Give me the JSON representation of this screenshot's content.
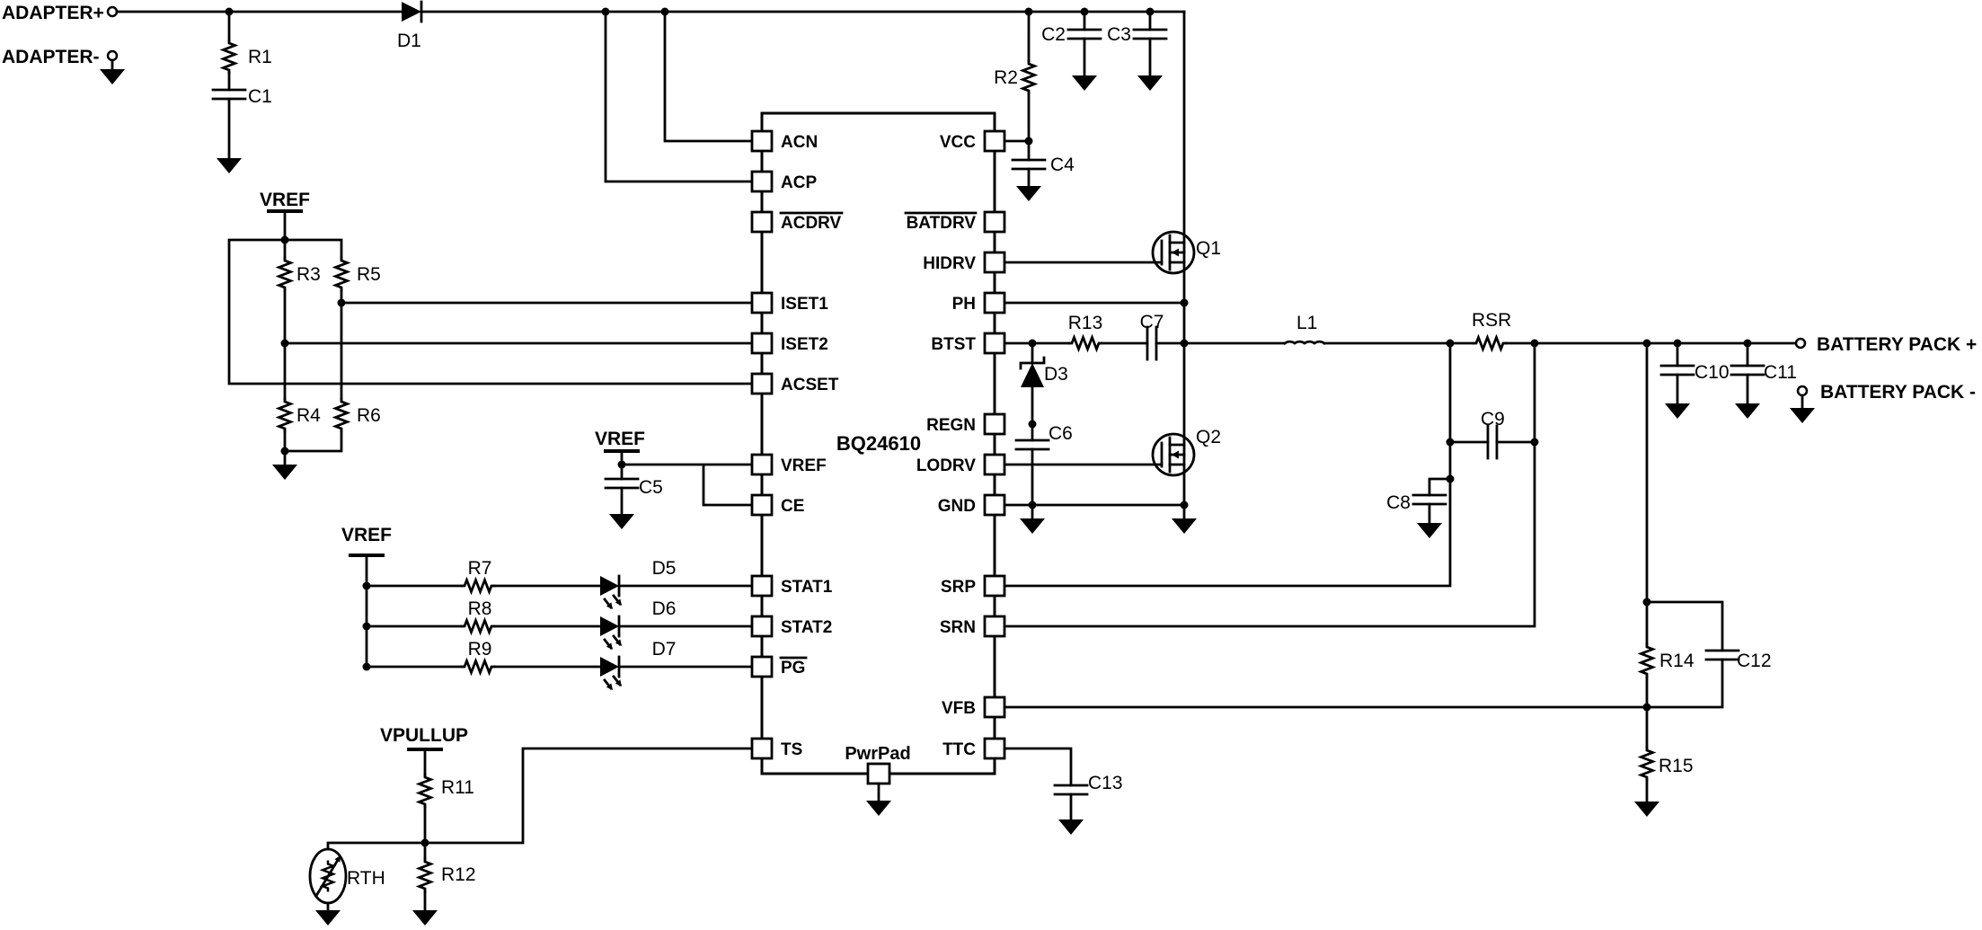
{
  "ic": {
    "name": "BQ24610",
    "pad": "PwrPad",
    "left_pins": [
      {
        "label": "ACN",
        "overline": false
      },
      {
        "label": "ACP",
        "overline": false
      },
      {
        "label": "ACDRV",
        "overline": true
      },
      {
        "label": "ISET1",
        "overline": false
      },
      {
        "label": "ISET2",
        "overline": false
      },
      {
        "label": "ACSET",
        "overline": false
      },
      {
        "label": "VREF",
        "overline": false
      },
      {
        "label": "CE",
        "overline": false
      },
      {
        "label": "STAT1",
        "overline": false
      },
      {
        "label": "STAT2",
        "overline": false
      },
      {
        "label": "PG",
        "overline": true
      },
      {
        "label": "TS",
        "overline": false
      }
    ],
    "right_pins": [
      {
        "label": "VCC",
        "overline": false
      },
      {
        "label": "BATDRV",
        "overline": true
      },
      {
        "label": "HIDRV",
        "overline": false
      },
      {
        "label": "PH",
        "overline": false
      },
      {
        "label": "BTST",
        "overline": false
      },
      {
        "label": "REGN",
        "overline": false
      },
      {
        "label": "LODRV",
        "overline": false
      },
      {
        "label": "GND",
        "overline": false
      },
      {
        "label": "SRP",
        "overline": false
      },
      {
        "label": "SRN",
        "overline": false
      },
      {
        "label": "VFB",
        "overline": false
      },
      {
        "label": "TTC",
        "overline": false
      }
    ]
  },
  "terminals": {
    "adapter_plus": "ADAPTER+",
    "adapter_minus": "ADAPTER-",
    "battery_plus": "BATTERY PACK +",
    "battery_minus": "BATTERY PACK -"
  },
  "nets": {
    "vref": "VREF",
    "vpullup": "VPULLUP"
  },
  "components": {
    "r1": "R1",
    "r2": "R2",
    "r3": "R3",
    "r4": "R4",
    "r5": "R5",
    "r6": "R6",
    "r7": "R7",
    "r8": "R8",
    "r9": "R9",
    "r11": "R11",
    "r12": "R12",
    "r13": "R13",
    "r14": "R14",
    "r15": "R15",
    "rsr": "RSR",
    "rth": "RTH",
    "c1": "C1",
    "c2": "C2",
    "c3": "C3",
    "c4": "C4",
    "c5": "C5",
    "c6": "C6",
    "c7": "C7",
    "c8": "C8",
    "c9": "C9",
    "c10": "C10",
    "c11": "C11",
    "c12": "C12",
    "c13": "C13",
    "d1": "D1",
    "d3": "D3",
    "d5": "D5",
    "d6": "D6",
    "d7": "D7",
    "q1": "Q1",
    "q2": "Q2",
    "l1": "L1"
  },
  "colors": {
    "line": "#000000",
    "background": "#ffffff"
  }
}
